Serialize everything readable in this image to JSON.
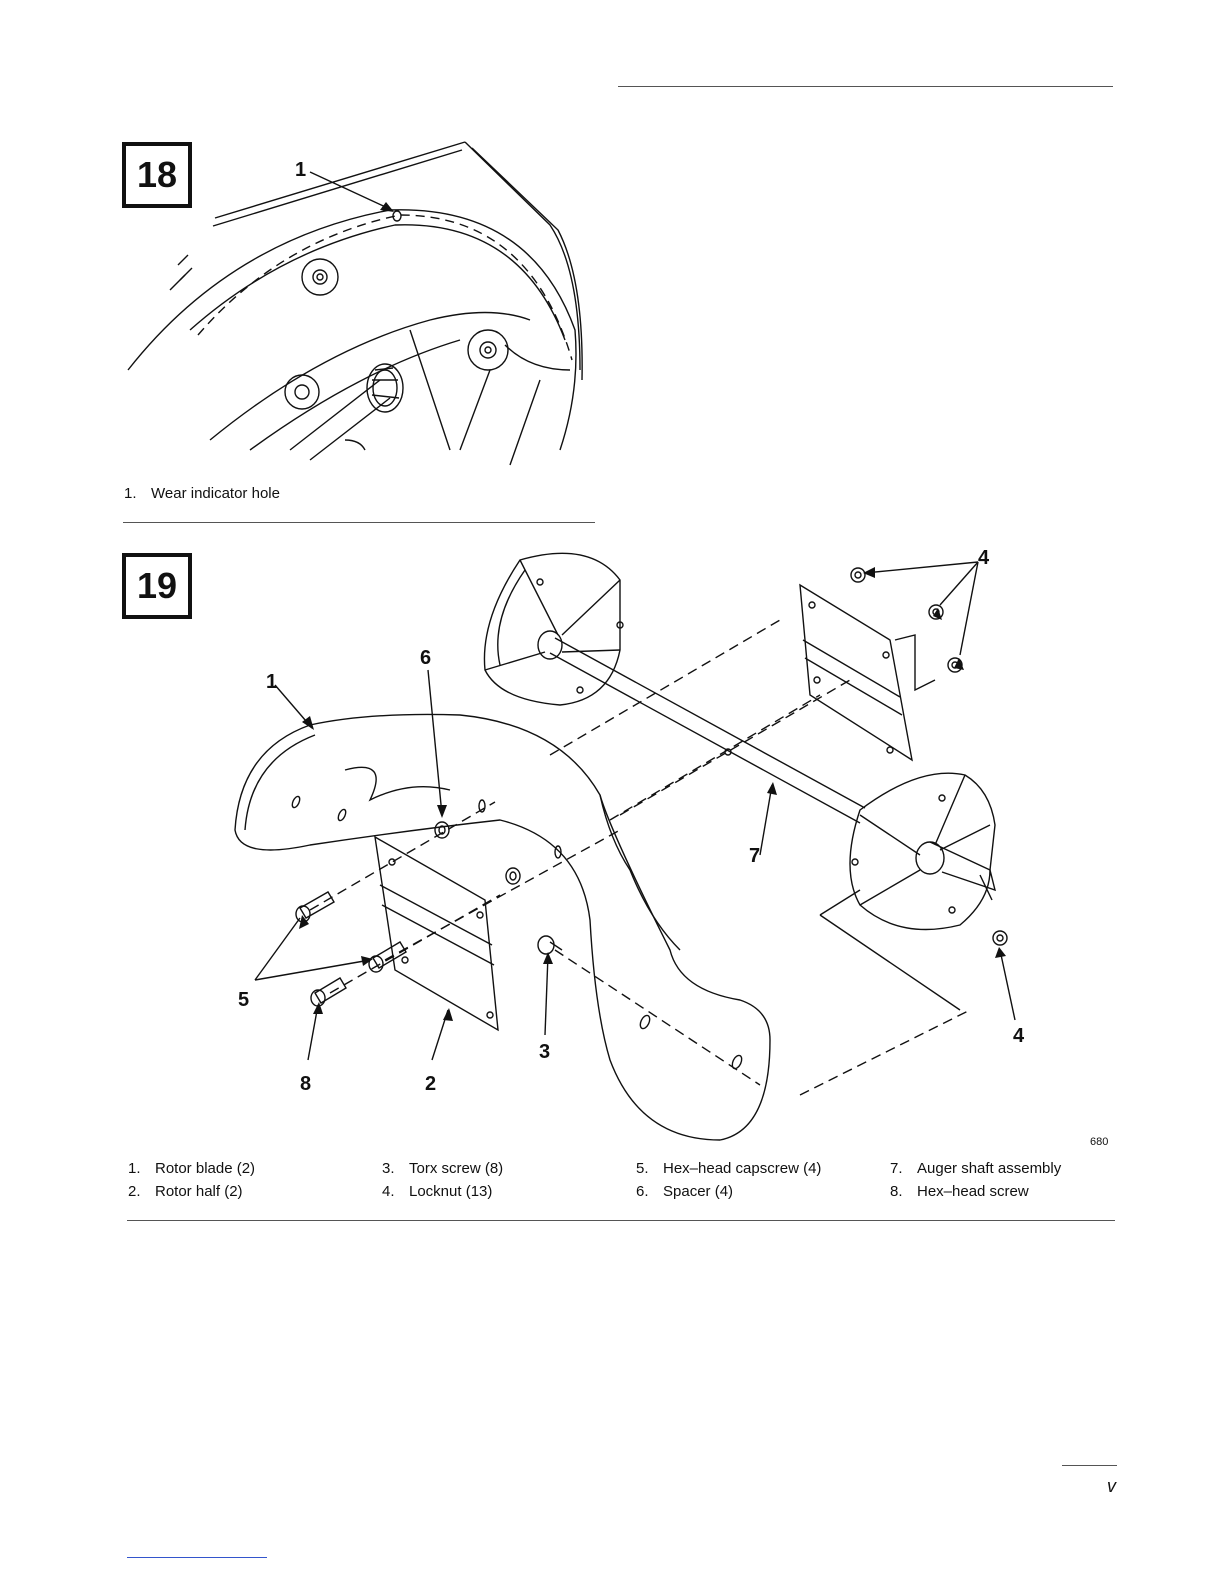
{
  "figure18": {
    "number": "18",
    "callouts": [
      "1"
    ],
    "legend": [
      {
        "num": "1.",
        "text": "Wear indicator hole"
      }
    ]
  },
  "figure19": {
    "number": "19",
    "callouts": [
      "1",
      "2",
      "3",
      "4",
      "4",
      "5",
      "6",
      "7",
      "8"
    ],
    "code": "680",
    "legend": [
      {
        "num": "1.",
        "text": "Rotor blade (2)"
      },
      {
        "num": "2.",
        "text": "Rotor half (2)"
      },
      {
        "num": "3.",
        "text": "Torx screw (8)"
      },
      {
        "num": "4.",
        "text": "Locknut (13)"
      },
      {
        "num": "5.",
        "text": "Hex–head capscrew (4)"
      },
      {
        "num": "6.",
        "text": "Spacer (4)"
      },
      {
        "num": "7.",
        "text": "Auger shaft assembly"
      },
      {
        "num": "8.",
        "text": "Hex–head screw"
      }
    ]
  },
  "page_number": "v"
}
